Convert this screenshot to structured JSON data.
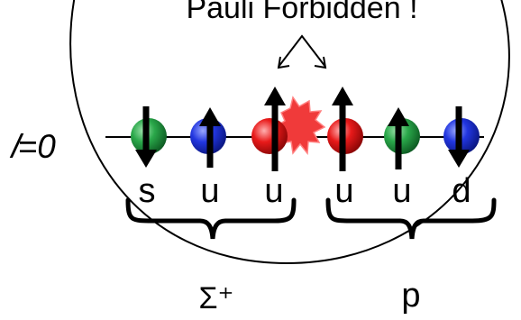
{
  "title": "Pauli Forbidden !",
  "level_label": "𝑙=0",
  "particles": [
    {
      "flavor": "s",
      "color": "#1f9a3a",
      "spin": "down",
      "group": "left"
    },
    {
      "flavor": "u",
      "color": "#1f33d6",
      "spin": "up",
      "group": "left"
    },
    {
      "flavor": "u",
      "color": "#e01010",
      "spin": "up",
      "group": "left"
    },
    {
      "flavor": "u",
      "color": "#e01010",
      "spin": "up",
      "group": "right"
    },
    {
      "flavor": "u",
      "color": "#1f9a3a",
      "spin": "up",
      "group": "right"
    },
    {
      "flavor": "d",
      "color": "#1f33d6",
      "spin": "down",
      "group": "right"
    }
  ],
  "groups": {
    "left": "Σ⁺",
    "right": "p"
  },
  "colors": {
    "collision": "#f03a3a",
    "ink": "#000000"
  }
}
